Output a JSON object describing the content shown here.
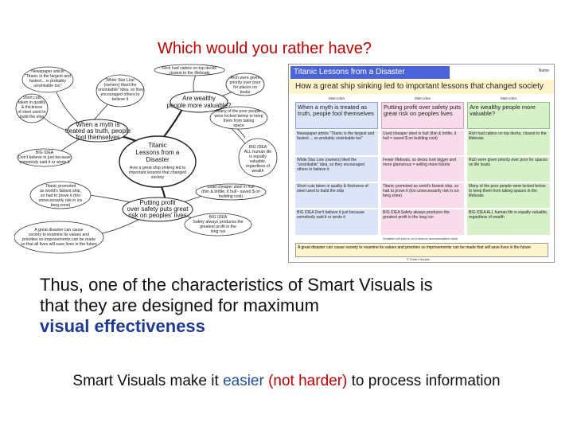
{
  "slide": {
    "title": "Which would you rather have?",
    "para_line1": "Thus, one of the characteristics of Smart Visuals is",
    "para_line2": "that they are designed for maximum",
    "para_highlight": "visual effectiveness",
    "bottom_pre": "Smart Visuals make it ",
    "bottom_easier": "easier",
    "bottom_not_harder": "(not harder)",
    "bottom_post": " to process information"
  },
  "mindmap": {
    "center_lines": [
      "Titanic",
      "Lessons from a",
      "Disaster"
    ],
    "center_sub": [
      "How a great ship sinking led to",
      "important lessons that changed",
      "society"
    ],
    "branch_myth": [
      "When a myth is",
      "treated as truth, people",
      "fool themselves"
    ],
    "branch_wealthy": [
      "Are wealthy",
      "people more valuable?"
    ],
    "branch_profit": [
      "Putting profit",
      "over safety puts great",
      "risk on peoples' lives"
    ],
    "notes": {
      "newspaper": [
        "Newspaper article",
        "\"Titanic is the largest and",
        "fastest... is probably",
        "unsinkable too\""
      ],
      "whitestar": [
        "White Star Line",
        "(owners) liked the",
        "\"unsinkable\" idea, so they",
        "encouraged others to",
        "believe it"
      ],
      "shortcuts": [
        "Short cuts",
        "taken in quality",
        "& thickness",
        "of steel used to",
        "build the ship"
      ],
      "bigidea1": [
        "BIG IDEA",
        "Don't believe in just because",
        "somebody said it or wrote it"
      ],
      "rich_cabins": [
        "Rich had cabins on top decks",
        "closest to the lifeboats"
      ],
      "rich_priority": [
        "Rich were given",
        "priority over poor",
        "for places on",
        "boats"
      ],
      "poor_locked": [
        "Many of the poor people",
        "were locked below to keep",
        "them from taking",
        "space"
      ],
      "bigidea2": [
        "BIG IDEA",
        "ALL human life",
        "is equally",
        "valuable,",
        "regardless of",
        "wealth"
      ],
      "promoted": [
        "Titanic promoted",
        "as world's fastest ship,",
        "so had to prove it (too",
        "unnecessarily risk in ice",
        "berg zone)"
      ],
      "lead": [
        "Lead cheaper steel in hull",
        "(thin & brittle, it hull - saved $ on",
        "building cost)"
      ],
      "bigidea3": [
        "BIG IDEA",
        "Safety always produces the",
        "greatest profit in the",
        "long run"
      ],
      "disaster": [
        "A great disaster can cause",
        "society to examine its values and",
        "priorities so improvements can be made",
        "so that all lives will save lives in the future"
      ]
    }
  },
  "table": {
    "header": "Titanic Lessons from a Disaster",
    "name_label": "Name",
    "subtitle": "How a great ship sinking led to important lessons that changed society",
    "col_label": "Main Idea",
    "main_ideas": [
      "When a myth is treated as truth, people fool themselves",
      "Putting profit over safety puts great risk on peoples lives",
      "Are wealthy people more valuable?"
    ],
    "rows": [
      [
        "Newspaper article \"Titanic is the largest and fastest ... so probably unsinkable too\"",
        "Used cheaper steel in hull (thin & brittle, it hull = saved $ on building cost)",
        "Rich had cabins on top decks, closest to the lifeboats"
      ],
      [
        "White Star Line (owners) liked the \"unsinkable\" idea, so they encouraged others to believe it",
        "Fewer lifeboats, so decks look bigger and more glamorous = selling more tickets",
        "Rich were given priority over poor for spaces on life boats"
      ],
      [
        "Short cuts taken in quality & thickness of steel used to build the ship",
        "Titanic promoted as world's fastest ship, so had to prove it (too unnecessarily risk in ice berg zone)",
        "Many of the poor people were locked below to keep them from taking spaces in the lifeboats"
      ],
      [
        "BIG IDEA  Don't believe it just because somebody said it or wrote it",
        "BIG IDEA  Safety always produces the greatest profit in the long run",
        "BIG IDEA  ALL human life is equally valuable, regardless of wealth"
      ]
    ],
    "foot_note": "Smallest hull prior to an a reserve accommodation block",
    "footer": "A great disaster can cause society to examine its values and priorities so improvements can be made that will save lives in the future",
    "copyright": "© Smart Visuals"
  },
  "colors": {
    "title": "#c00000",
    "highlight": "#1f3a93",
    "table_header": "#4a63d8",
    "row_blue": "#dce4f7",
    "row_pink": "#f8dcec",
    "row_green": "#d6f0c8",
    "yellow": "#fff5cc"
  }
}
